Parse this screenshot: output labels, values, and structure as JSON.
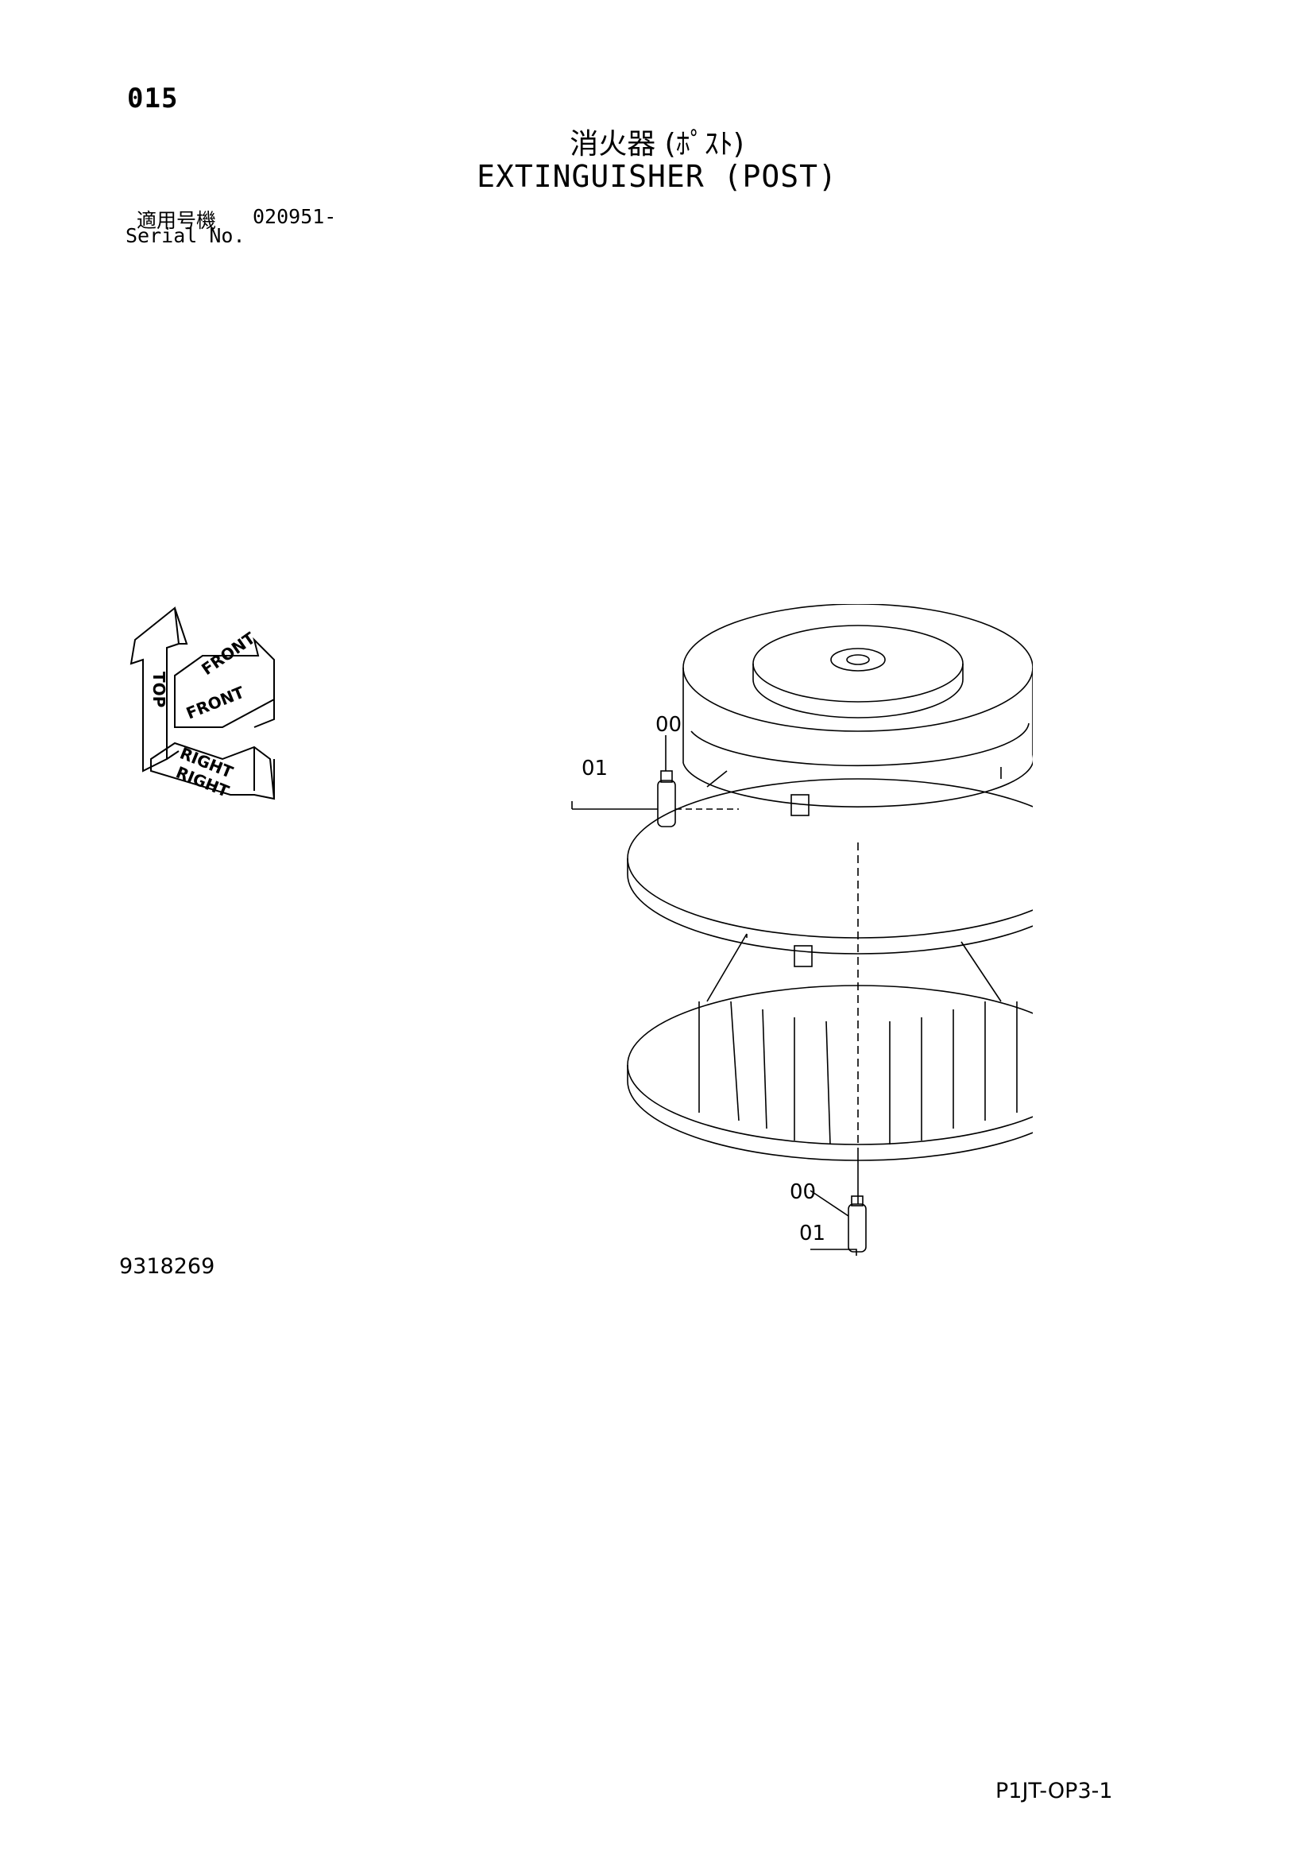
{
  "header": {
    "page_number": "015",
    "title_jp": "消火器 (ﾎﾟｽﾄ)",
    "title_en": "EXTINGUISHER (POST)"
  },
  "serial": {
    "label_jp": "適用号機",
    "label_en": "Serial No.",
    "value": "020951-"
  },
  "orientation": {
    "top": "TOP",
    "front": "FRONT",
    "right": "RIGHT"
  },
  "callouts": {
    "upper_extinguisher": "00",
    "upper_bracket": "01",
    "lower_extinguisher": "00",
    "lower_bracket": "01"
  },
  "figure_number": "9318269",
  "sheet_id": "P1JT-OP3-1"
}
